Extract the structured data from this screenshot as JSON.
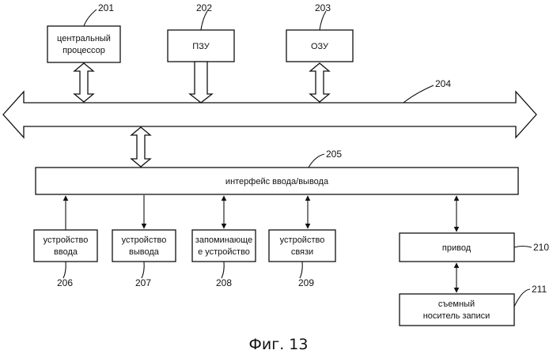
{
  "blocks": {
    "cpu": {
      "line1": "центральный",
      "line2": "процессор",
      "ref": "201"
    },
    "rom": {
      "label": "ПЗУ",
      "ref": "202"
    },
    "ram": {
      "label": "ОЗУ",
      "ref": "203"
    },
    "bus": {
      "ref": "204"
    },
    "io": {
      "label": "интерфейс ввода/вывода",
      "ref": "205"
    },
    "input": {
      "line1": "устройство",
      "line2": "ввода",
      "ref": "206"
    },
    "output": {
      "line1": "устройство",
      "line2": "вывода",
      "ref": "207"
    },
    "storage": {
      "line1": "запоминающе",
      "line2": "е устройство",
      "ref": "208"
    },
    "comm": {
      "line1": "устройство",
      "line2": "связи",
      "ref": "209"
    },
    "drive": {
      "label": "привод",
      "ref": "210"
    },
    "media": {
      "line1": "съемный",
      "line2": "носитель записи",
      "ref": "211"
    }
  },
  "caption": "Фиг. 13"
}
